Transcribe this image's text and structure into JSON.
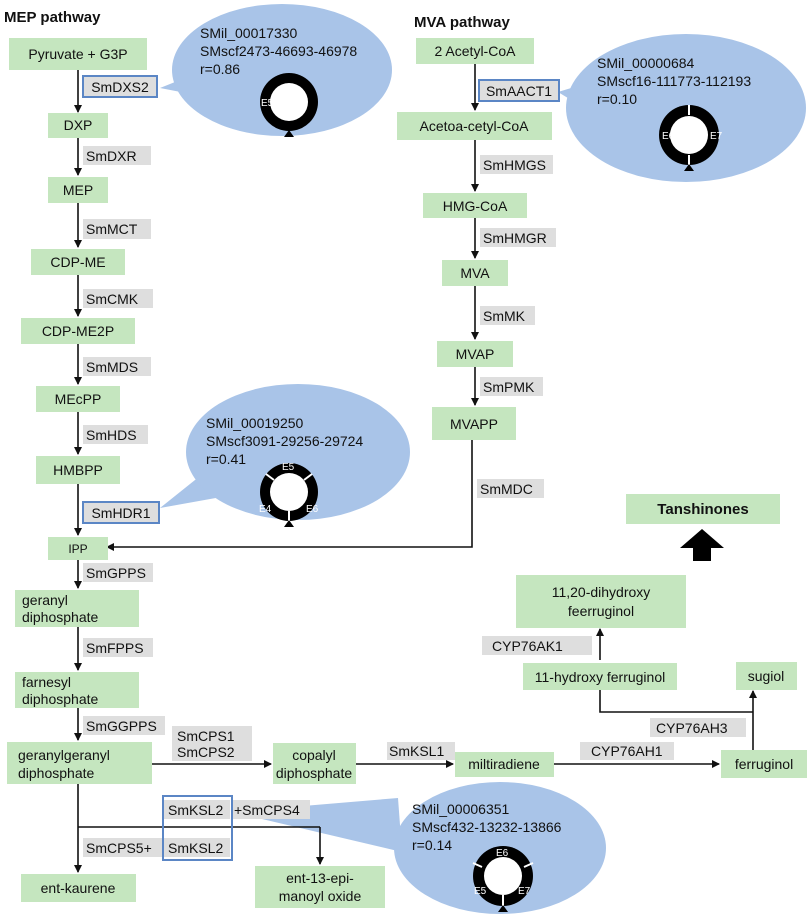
{
  "headers": {
    "mep": "MEP pathway",
    "mva": "MVA pathway"
  },
  "nodes": {
    "pyruvate_g3p": "Pyruvate + G3P",
    "dxp": "DXP",
    "mep": "MEP",
    "cdp_me": "CDP-ME",
    "cdp_me2p": "CDP-ME2P",
    "mecpp": "MEcPP",
    "hmbpp": "HMBPP",
    "ipp": "IPP",
    "gpp_l1": "geranyl",
    "gpp_l2": "diphosphate",
    "fpp_l1": "farnesyl",
    "fpp_l2": "diphosphate",
    "ggpp_l1": "geranylgeranyl",
    "ggpp_l2": "diphosphate",
    "ent_kaurene": "ent-kaurene",
    "copalyl_l1": "copalyl",
    "copalyl_l2": "diphosphate",
    "ent13_l1": "ent-13-epi-",
    "ent13_l2": "manoyl oxide",
    "miltiradiene": "miltiradiene",
    "ferruginol": "ferruginol",
    "sugiol": "sugiol",
    "hydroxy_ferruginol": "11-hydroxy ferruginol",
    "dihydroxy_l1": "11,20-dihydroxy",
    "dihydroxy_l2": "feerruginol",
    "tanshinones": "Tanshinones",
    "acetyl_coa": "2 Acetyl-CoA",
    "acetoacetyl_coa": "Acetoa-cetyl-CoA",
    "hmg_coa": "HMG-CoA",
    "mva": "MVA",
    "mvap": "MVAP",
    "mvapp": "MVAPP"
  },
  "enzymes": {
    "smdxs2": "SmDXS2",
    "smdxr": "SmDXR",
    "smmct": "SmMCT",
    "smcmk": "SmCMK",
    "smmds": "SmMDS",
    "smhds": "SmHDS",
    "smhdr1": "SmHDR1",
    "smgpps": "SmGPPS",
    "smfpps": "SmFPPS",
    "smggpps": "SmGGPPS",
    "smcps1": "SmCPS1",
    "smcps2": "SmCPS2",
    "smksl1": "SmKSL1",
    "cyp76ah1": "CYP76AH1",
    "cyp76ah3": "CYP76AH3",
    "cyp76ak1": "CYP76AK1",
    "smksl2_a": "SmKSL2",
    "smcps4": "+SmCPS4",
    "smcps5": "SmCPS5+",
    "smksl2_b": "SmKSL2",
    "smaact1": "SmAACT1",
    "smhmgs": "SmHMGS",
    "smhmgr": "SmHMGR",
    "smmk": "SmMK",
    "smpmk": "SmPMK",
    "smmdc": "SmMDC"
  },
  "callouts": {
    "c1": {
      "id": "SMil_00017330",
      "scf": "SMscf2473-46693-46978",
      "r": "r=0.86",
      "exons": [
        "E5"
      ]
    },
    "c2": {
      "id": "SMil_00000684",
      "scf": "SMscf16-111773-112193",
      "r": "r=0.10",
      "exons": [
        "E6",
        "E7"
      ]
    },
    "c3": {
      "id": "SMil_00019250",
      "scf": "SMscf3091-29256-29724",
      "r": "r=0.41",
      "exons": [
        "E5",
        "E4",
        "E6"
      ]
    },
    "c4": {
      "id": "SMil_00006351",
      "scf": "SMscf432-13232-13866",
      "r": "r=0.14",
      "exons": [
        "E6",
        "E5",
        "E7"
      ]
    }
  }
}
